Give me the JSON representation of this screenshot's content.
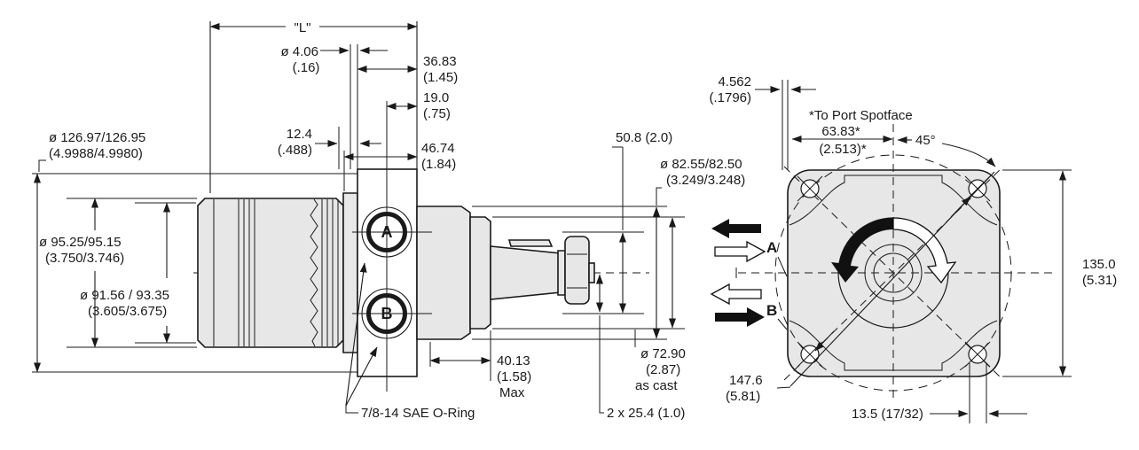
{
  "drawing_type": "hydraulic-motor-dimensional-drawing",
  "side_view": {
    "port_a": "A",
    "port_b": "B",
    "dims": {
      "overall_length": "\"L\"",
      "drain_hole": [
        "ø 4.06",
        "(.16)"
      ],
      "port_face_to_flange": [
        "36.83",
        "(1.45)"
      ],
      "port_center_to_face": [
        "19.0",
        "(.75)"
      ],
      "step_width": [
        "12.4",
        "(.488)"
      ],
      "flange_to_body": [
        "46.74",
        "(1.84)"
      ],
      "pilot_dia": [
        "ø 126.97/126.95",
        "(4.9988/4.9980)"
      ],
      "body_dia": [
        "ø 95.25/95.15",
        "(3.750/3.746)"
      ],
      "stator_dia": [
        "ø 91.56 / 93.35",
        "(3.605/3.675)"
      ],
      "shaft_length": [
        "40.13",
        "(1.58)",
        "Max"
      ],
      "port_thread_note": "7/8-14 SAE O-Ring",
      "port_spacing": "50.8 (2.0)",
      "pilot_boss_dia": [
        "ø 82.55/82.50",
        "(3.249/3.248)"
      ],
      "boss_dia": [
        "ø 72.90",
        "(2.87)",
        "as cast"
      ],
      "port_offset": "2 x 25.4 (1.0)"
    }
  },
  "end_view": {
    "flow_a": "A",
    "flow_b": "B",
    "dims": {
      "spotface_depth": [
        "4.562",
        "(.1796)"
      ],
      "spotface_note": "*To Port Spotface",
      "center_to_spotface": [
        "63.83*",
        "(2.513)*"
      ],
      "bolt_angle": "45°",
      "flange_height": [
        "135.0",
        "(5.31)"
      ],
      "bolt_circle_diagonal": [
        "147.6",
        "(5.81)"
      ],
      "bolt_hole_dia": "13.5 (17/32)"
    }
  }
}
